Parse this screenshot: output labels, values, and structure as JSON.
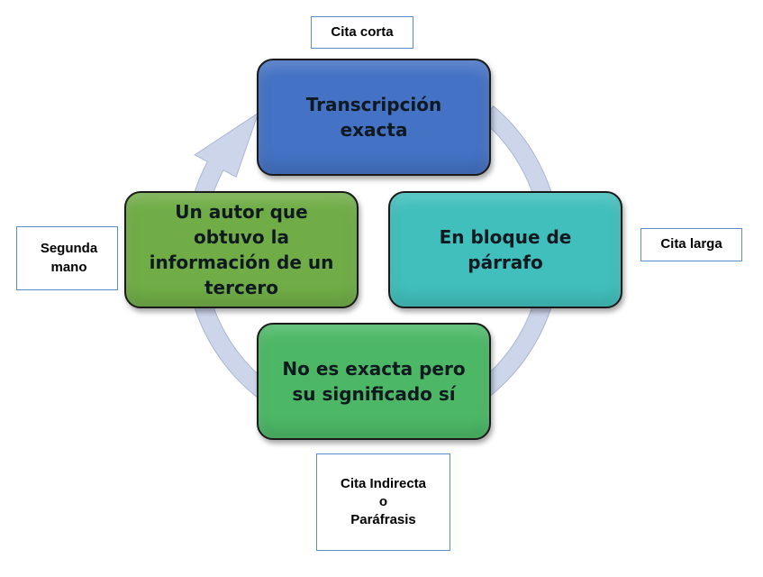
{
  "colors": {
    "top": "#4472c4",
    "right": "#41bfbc",
    "bottom": "#4cb866",
    "left": "#70ad47",
    "ring_fill": "#cdd5ea",
    "ring_stroke": "#aab5d4",
    "label_border": "#5b8dcb"
  },
  "nodes": {
    "top": "Transcripción exacta",
    "right": "En bloque de párrafo",
    "bottom": "No es exacta pero su significado sí",
    "left": "Un autor que obtuvo la información de un tercero"
  },
  "labels": {
    "top": "Cita corta",
    "right": "Cita larga",
    "left": [
      "Segunda",
      "mano"
    ],
    "bottom": [
      "Cita Indirecta",
      "o",
      "Paráfrasis"
    ]
  },
  "icons": {
    "ring": "circular-arrow-icon"
  }
}
